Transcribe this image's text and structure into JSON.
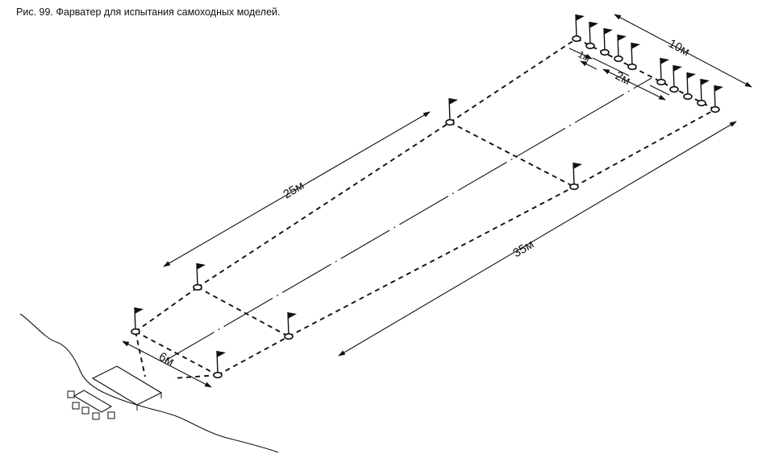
{
  "caption": "Рис. 99. Фарватер для испытания самоходных моделей.",
  "dimensions": {
    "length_25": "25м",
    "length_35": "35м",
    "width_10": "10м",
    "gap_1": "1м",
    "gap_2": "2м",
    "start_width_6": "6м"
  },
  "colors": {
    "ink": "#111111",
    "paper": "#ffffff"
  },
  "icons": [
    "flag-buoy-icon",
    "judges-table-icon",
    "chair-icon",
    "shoreline"
  ]
}
